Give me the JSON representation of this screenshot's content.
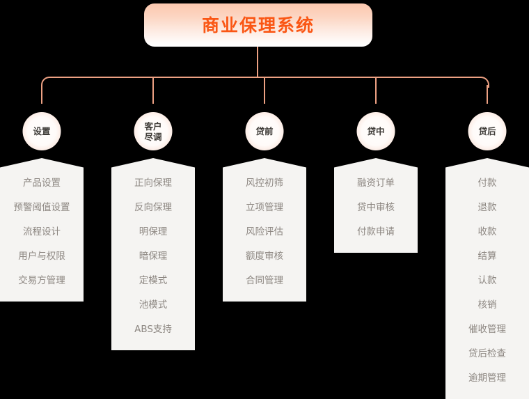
{
  "diagram": {
    "root": {
      "label": "商业保理系统",
      "accent_color": "#fa5614",
      "box_gradient_top": "#fbc7ae",
      "box_gradient_bottom": "#ffffff"
    },
    "connector_color": "#eda183",
    "panel_background": "#f5f4f2",
    "item_text_color": "#8d8782",
    "node_text_color": "#3d3a36",
    "columns": [
      {
        "id": "settings",
        "label": "设置",
        "items": [
          "产品设置",
          "预警阈值设置",
          "流程设计",
          "用户与权限",
          "交易方管理"
        ]
      },
      {
        "id": "customer-due-diligence",
        "label": "客户\n尽调",
        "items": [
          "正向保理",
          "反向保理",
          "明保理",
          "暗保理",
          "定模式",
          "池模式",
          "ABS支持"
        ]
      },
      {
        "id": "pre-loan",
        "label": "贷前",
        "items": [
          "风控初筛",
          "立项管理",
          "风险评估",
          "额度审核",
          "合同管理"
        ]
      },
      {
        "id": "in-loan",
        "label": "贷中",
        "items": [
          "融资订单",
          "贷中审核",
          "付款申请"
        ]
      },
      {
        "id": "post-loan",
        "label": "贷后",
        "items": [
          "付款",
          "退款",
          "收款",
          "结算",
          "认款",
          "核销",
          "催收管理",
          "贷后检查",
          "逾期管理"
        ]
      }
    ]
  }
}
